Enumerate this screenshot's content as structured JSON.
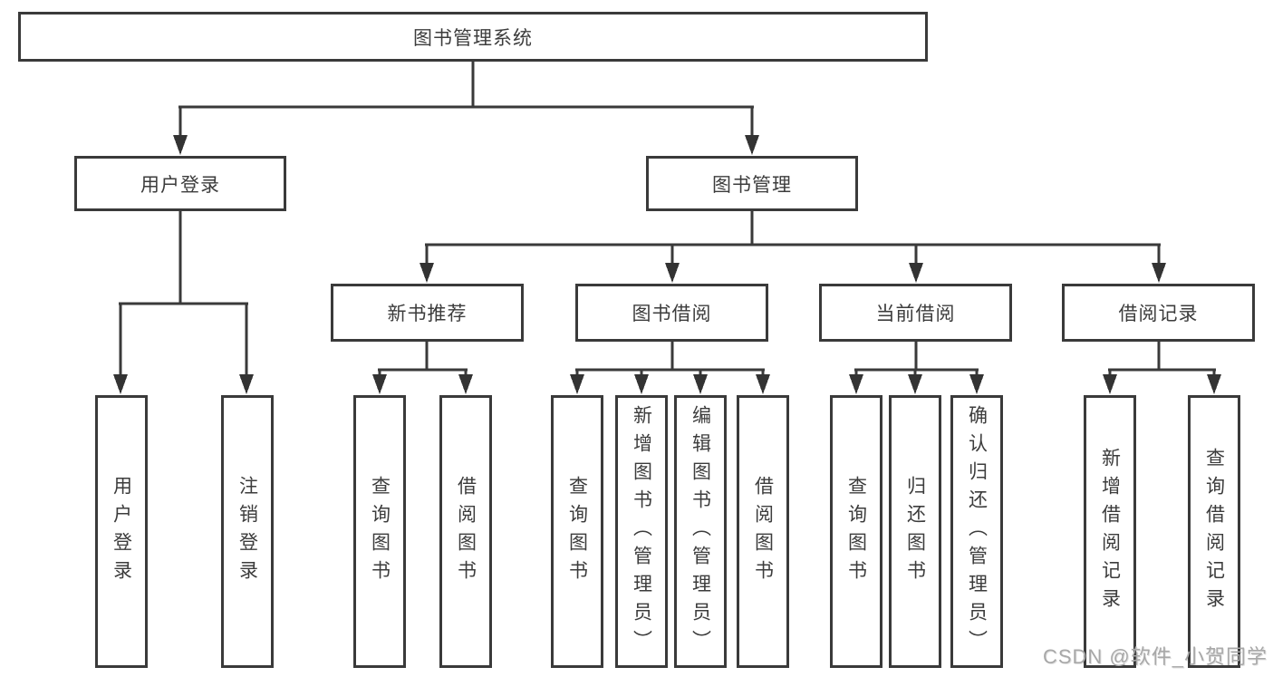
{
  "diagram": {
    "root": {
      "label": "图书管理系统"
    },
    "branches": [
      {
        "label": "用户登录",
        "children": [
          {
            "label": "用户登录"
          },
          {
            "label": "注销登录"
          }
        ]
      },
      {
        "label": "图书管理",
        "children": [
          {
            "label": "新书推荐",
            "children": [
              {
                "label": "查询图书"
              },
              {
                "label": "借阅图书"
              }
            ]
          },
          {
            "label": "图书借阅",
            "children": [
              {
                "label": "查询图书"
              },
              {
                "label": "新增图书（管理员）"
              },
              {
                "label": "编辑图书（管理员）"
              },
              {
                "label": "借阅图书"
              }
            ]
          },
          {
            "label": "当前借阅",
            "children": [
              {
                "label": "查询图书"
              },
              {
                "label": "归还图书"
              },
              {
                "label": "确认归还（管理员）"
              }
            ]
          },
          {
            "label": "借阅记录",
            "children": [
              {
                "label": "新增借阅记录"
              },
              {
                "label": "查询借阅记录"
              }
            ]
          }
        ]
      }
    ]
  },
  "watermark": {
    "text": "CSDN @软件_小贺同学"
  },
  "colors": {
    "line": "#3a3a3a",
    "text": "#3c3c3c",
    "watermark": "#a8a8a8",
    "background": "#ffffff"
  }
}
